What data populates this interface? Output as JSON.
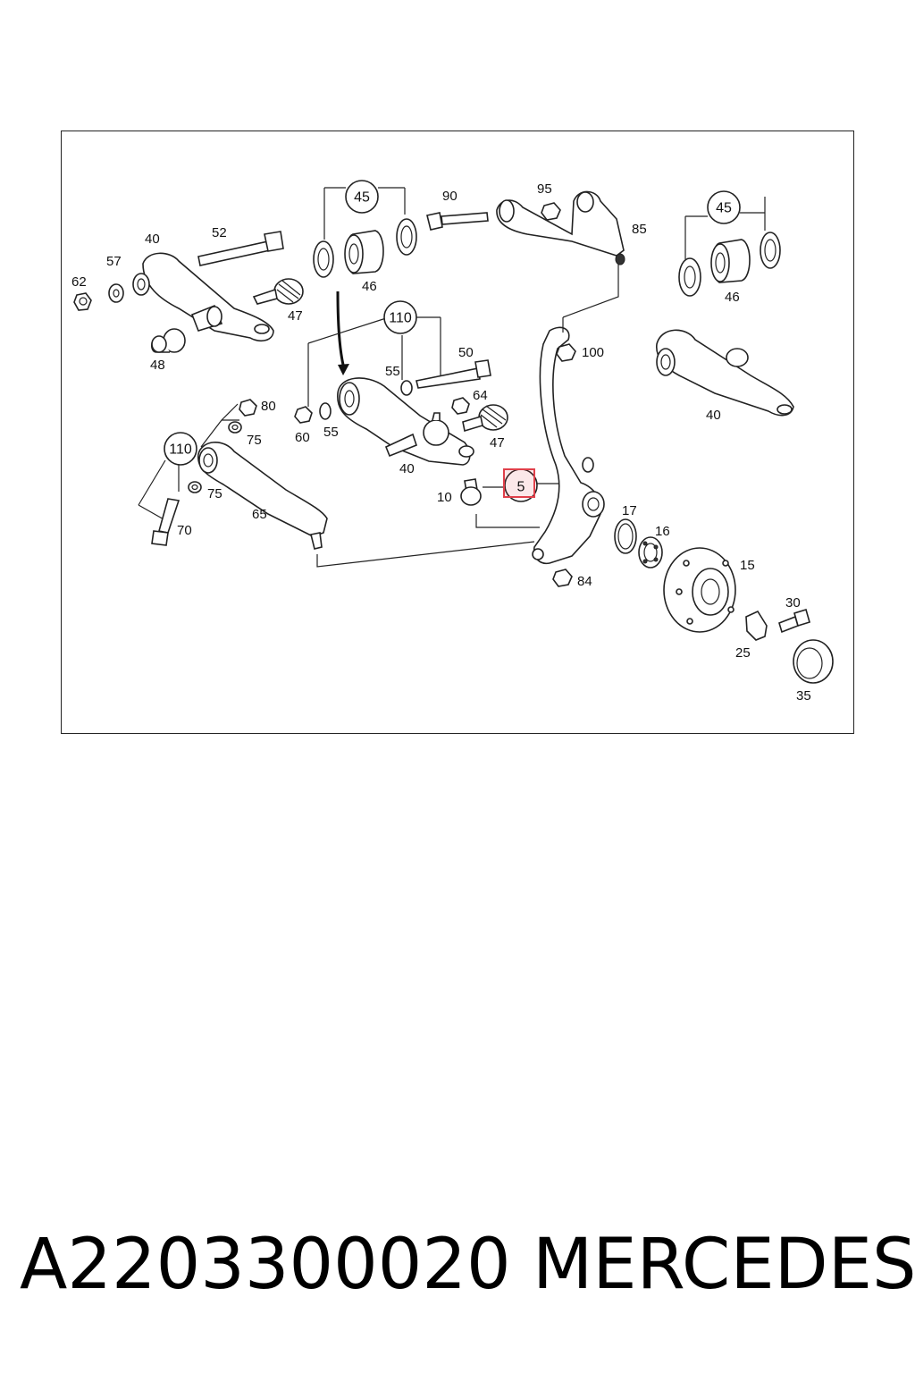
{
  "diagram": {
    "highlight_color": "#e0404a",
    "callouts": [
      {
        "id": "c45a",
        "text": "45"
      },
      {
        "id": "c45b",
        "text": "45"
      },
      {
        "id": "c110a",
        "text": "110"
      },
      {
        "id": "c110b",
        "text": "110"
      },
      {
        "id": "c5",
        "text": "5"
      }
    ],
    "labels": [
      {
        "id": "l40a",
        "text": "40"
      },
      {
        "id": "l52",
        "text": "52"
      },
      {
        "id": "l57",
        "text": "57"
      },
      {
        "id": "l62",
        "text": "62"
      },
      {
        "id": "l46a",
        "text": "46"
      },
      {
        "id": "l47a",
        "text": "47"
      },
      {
        "id": "l48",
        "text": "48"
      },
      {
        "id": "l90",
        "text": "90"
      },
      {
        "id": "l95",
        "text": "95"
      },
      {
        "id": "l85",
        "text": "85"
      },
      {
        "id": "l46b",
        "text": "46"
      },
      {
        "id": "l100",
        "text": "100"
      },
      {
        "id": "l50",
        "text": "50"
      },
      {
        "id": "l55a",
        "text": "55"
      },
      {
        "id": "l64",
        "text": "64"
      },
      {
        "id": "l47b",
        "text": "47"
      },
      {
        "id": "l60",
        "text": "60"
      },
      {
        "id": "l55b",
        "text": "55"
      },
      {
        "id": "l40b",
        "text": "40"
      },
      {
        "id": "l40c",
        "text": "40"
      },
      {
        "id": "l80",
        "text": "80"
      },
      {
        "id": "l75a",
        "text": "75"
      },
      {
        "id": "l75b",
        "text": "75"
      },
      {
        "id": "l65",
        "text": "65"
      },
      {
        "id": "l70",
        "text": "70"
      },
      {
        "id": "l10",
        "text": "10"
      },
      {
        "id": "l17",
        "text": "17"
      },
      {
        "id": "l16",
        "text": "16"
      },
      {
        "id": "l15",
        "text": "15"
      },
      {
        "id": "l84",
        "text": "84"
      },
      {
        "id": "l30",
        "text": "30"
      },
      {
        "id": "l25",
        "text": "25"
      },
      {
        "id": "l35",
        "text": "35"
      }
    ]
  },
  "footer": {
    "part_number": "A2203300020",
    "brand": "MERCEDES"
  }
}
